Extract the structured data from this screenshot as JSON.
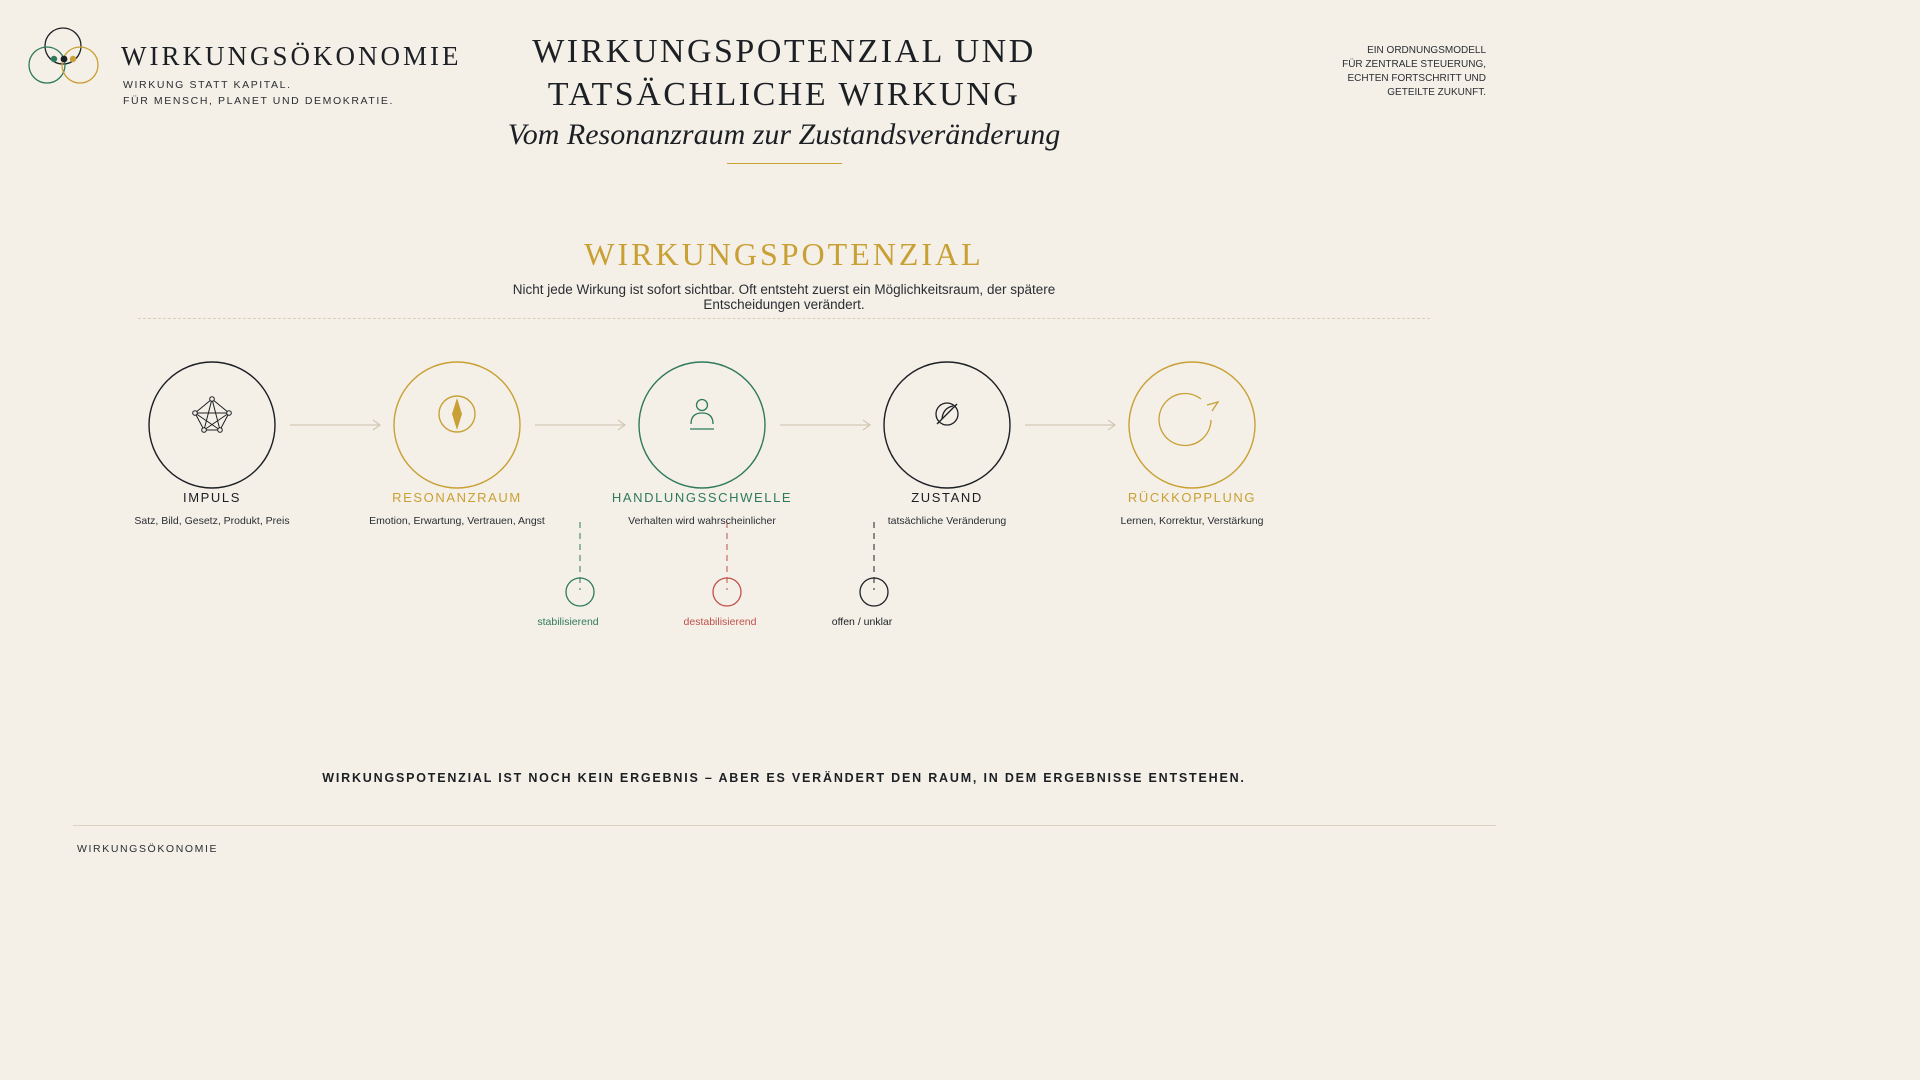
{
  "brand": {
    "name": "WIRKUNGSÖKONOMIE",
    "tagline_1": "WIRKUNG STATT KAPITAL.",
    "tagline_2": "FÜR MENSCH, PLANET UND DEMOKRATIE."
  },
  "header": {
    "title_line_1": "WIRKUNGSPOTENZIAL UND",
    "title_line_2": "TATSÄCHLICHE WIRKUNG",
    "subtitle": "Vom Resonanzraum zur Zustandsveränderung"
  },
  "right_note": {
    "lines": [
      "EIN ORDNUNGSMODELL",
      "FÜR ZENTRALE STEUERUNG,",
      "ECHTEN FORTSCHRITT UND",
      "GETEILTE ZUKUNFT."
    ]
  },
  "section": {
    "heading": "WIRKUNGSPOTENZIAL",
    "description": "Nicht jede Wirkung ist sofort sichtbar. Oft entsteht zuerst ein Möglichkeitsraum, der spätere Entscheidungen verändert."
  },
  "stages": [
    {
      "label": "IMPULS",
      "description": "Satz, Bild, Gesetz, Produkt, Preis",
      "icon": "network-icon",
      "color": "#1c1f24"
    },
    {
      "label": "RESONANZRAUM",
      "description": "Emotion, Erwartung, Vertrauen, Angst",
      "icon": "compass-icon",
      "color": "#c9a035"
    },
    {
      "label": "HANDLUNGSSCHWELLE",
      "description": "Verhalten wird wahrscheinlicher",
      "icon": "person-icon",
      "color": "#2f7a5a"
    },
    {
      "label": "ZUSTAND",
      "description": "tatsächliche Veränderung",
      "icon": "leaf-icon",
      "color": "#1c1f24"
    },
    {
      "label": "RÜCKKOPPLUNG",
      "description": "Lernen, Korrektur, Verstärkung",
      "icon": "cycle-icon",
      "color": "#c9a035"
    }
  ],
  "outcomes": [
    {
      "label": "stabilisierend",
      "color": "#2f7a5a"
    },
    {
      "label": "destabilisierend",
      "color": "#c0504a"
    },
    {
      "label": "offen / unklar",
      "color": "#1c1f24"
    }
  ],
  "colors": {
    "background": "#f4f0e7",
    "gold": "#c9a035",
    "green": "#2f7a5a",
    "red": "#c0504a",
    "ink": "#1c1f24",
    "arrow": "#d2c8b4"
  },
  "tagline": "WIRKUNGSPOTENZIAL IST NOCH KEIN ERGEBNIS – ABER ES VERÄNDERT DEN RAUM, IN DEM ERGEBNISSE ENTSTEHEN.",
  "footer": {
    "name": "WIRKUNGSÖKONOMIE"
  }
}
